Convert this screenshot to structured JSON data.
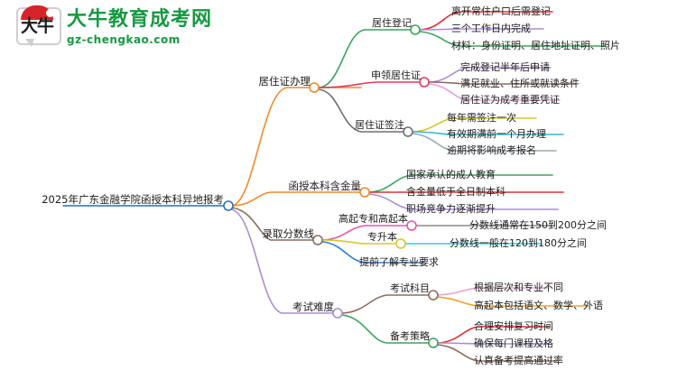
{
  "brand": {
    "logo_mark_text": "大牛",
    "title": "大牛教育成考网",
    "subtitle": "gz-chengkao.com",
    "brand_color": "#159a42",
    "mark_color": "#d8232a"
  },
  "mindmap": {
    "root": {
      "label": "2025年广东金融学院函授本科异地报考",
      "color": "#2f6fb2"
    },
    "branches": [
      {
        "label": "居住证办理",
        "color": "#f08a2c",
        "children": [
          {
            "label": "居住登记",
            "color": "#3da35d",
            "children": [
              {
                "label": "离开常住户口后需登记",
                "color": "#e03131"
              },
              {
                "label": "三个工作日内完成",
                "color": "#a98fd4"
              },
              {
                "label": "材料：身份证明、居住地址证明、照片",
                "color": "#3da35d"
              }
            ]
          },
          {
            "label": "申领居住证",
            "color": "#e03b5a",
            "children": [
              {
                "label": "完成登记半年后申请",
                "color": "#a98fd4"
              },
              {
                "label": "满足就业、住所或就读条件",
                "color": "#8c6d5e"
              },
              {
                "label": "居住证为成考重要凭证",
                "color": "#e9a0d4"
              }
            ]
          },
          {
            "label": "居住证签注",
            "color": "#6f6f6f",
            "children": [
              {
                "label": "每年需签注一次",
                "color": "#d8c62e"
              },
              {
                "label": "有效期满前一个月办理",
                "color": "#37b6d9"
              },
              {
                "label": "逾期将影响成考报名",
                "color": "#9aa7b5"
              }
            ]
          }
        ]
      },
      {
        "label": "函授本科含金量",
        "color": "#f08a2c",
        "children": [
          {
            "label": "国家承认的成人教育",
            "color": "#3da35d"
          },
          {
            "label": "含金量低于全日制本科",
            "color": "#e03131"
          },
          {
            "label": "职场竞争力逐渐提升",
            "color": "#a98fd4"
          }
        ]
      },
      {
        "label": "录取分数线",
        "color": "#8c6d5e",
        "children": [
          {
            "label": "高起专和高起本",
            "color": "#e9569e",
            "children": [
              {
                "label": "分数线通常在150到200分之间",
                "color": "#8a8a8a"
              }
            ]
          },
          {
            "label": "专升本",
            "color": "#d8c62e",
            "children": [
              {
                "label": "分数线一般在120到180分之间",
                "color": "#37cad9"
              }
            ]
          },
          {
            "label": "提前了解专业要求",
            "color": "#2f7fd1"
          }
        ]
      },
      {
        "label": "考试难度",
        "color": "#a98fd4",
        "children": [
          {
            "label": "考试科目",
            "color": "#8c6d5e",
            "children": [
              {
                "label": "根据层次和专业不同",
                "color": "#e9a0d4"
              },
              {
                "label": "高起本包括语文、数学、外语",
                "color": "#f0a030"
              }
            ]
          },
          {
            "label": "备考策略",
            "color": "#3da35d",
            "children": [
              {
                "label": "合理安排复习时间",
                "color": "#e03131"
              },
              {
                "label": "确保每门课程及格",
                "color": "#a98fd4"
              },
              {
                "label": "认真备考提高通过率",
                "color": "#8c6d5e"
              }
            ]
          }
        ]
      }
    ]
  }
}
